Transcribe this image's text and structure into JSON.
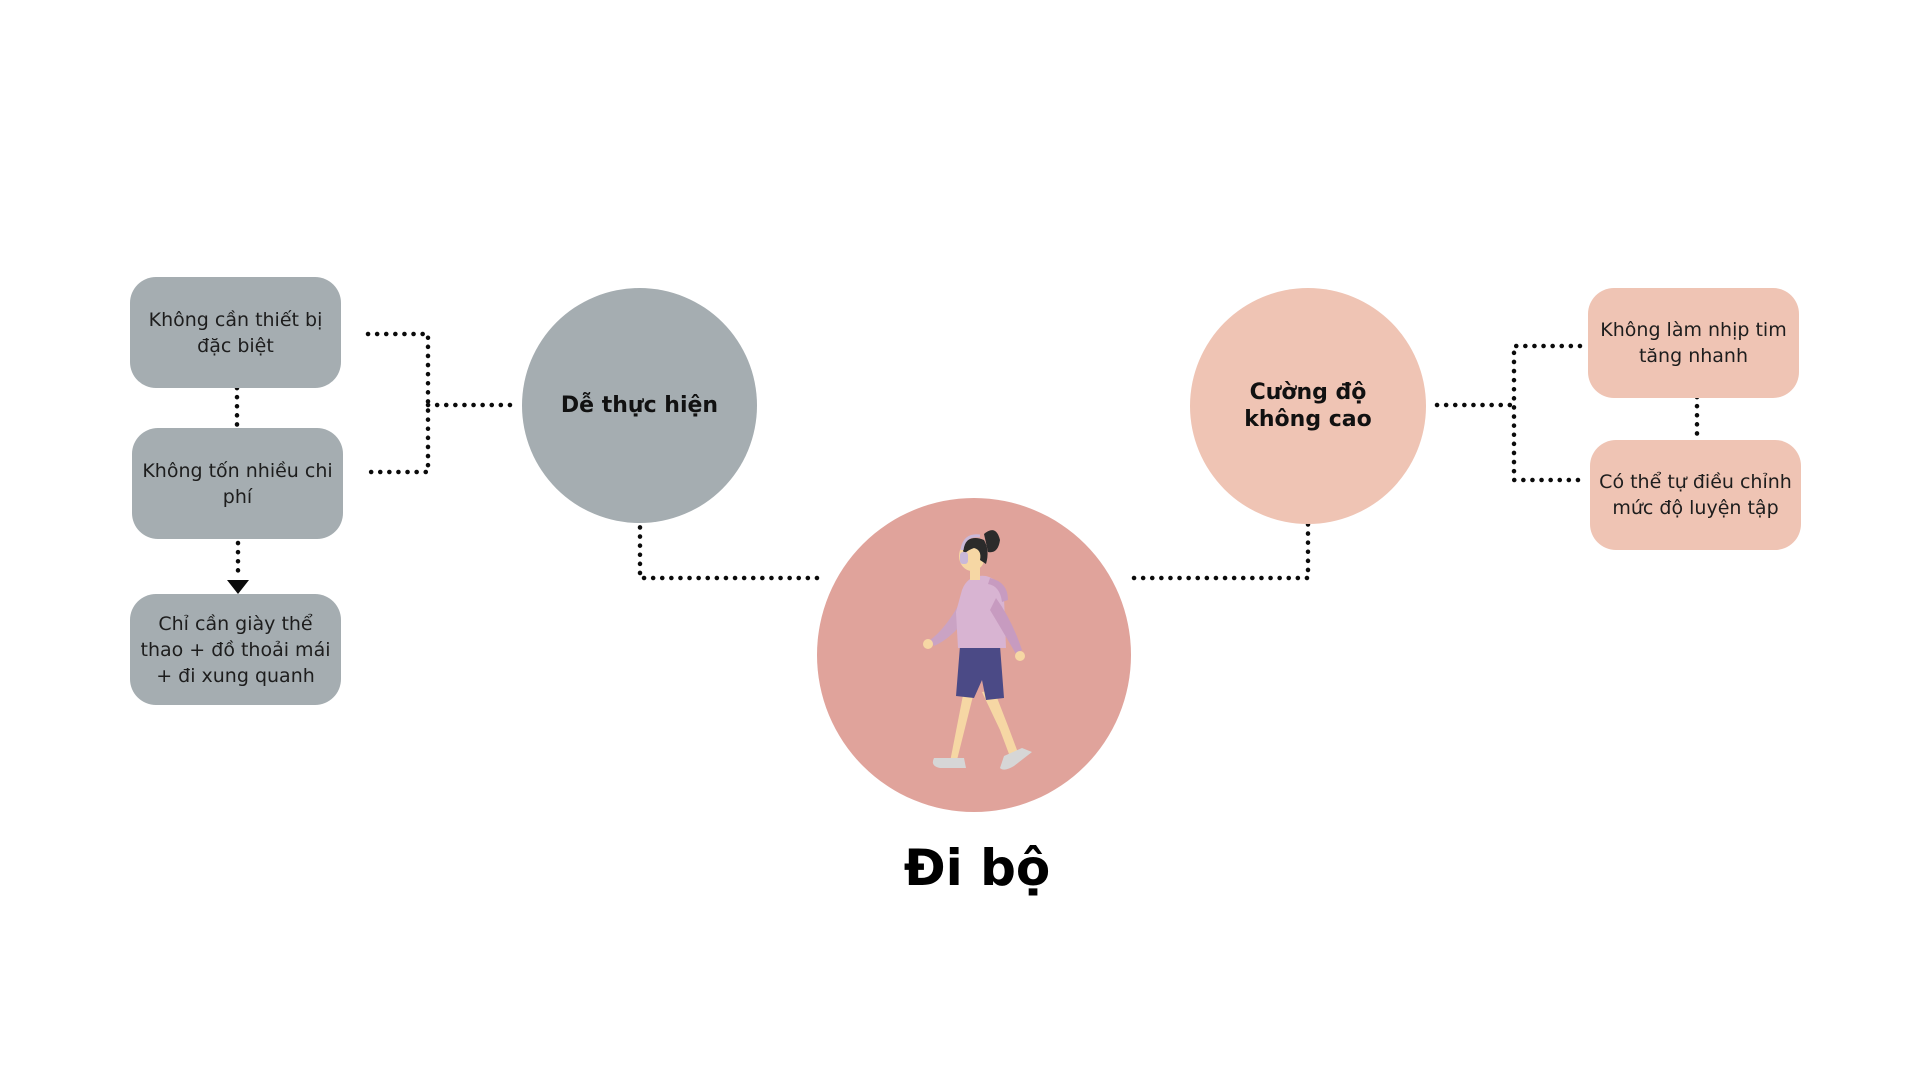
{
  "title": "Đi bộ",
  "colors": {
    "gray": "#a5adb1",
    "pink_light": "#efc4b4",
    "pink_center": "#e0a39b",
    "connector": "#0b0b0b"
  },
  "left_topic": {
    "label": "Dễ thực hiện",
    "items": [
      "Không cần thiết bị đặc biệt",
      "Không tốn nhiều chi phí",
      "Chỉ cần giày thể thao + đồ thoải mái + đi xung quanh"
    ]
  },
  "right_topic": {
    "label": "Cường độ\nkhông cao",
    "items": [
      "Không làm nhịp tim tăng nhanh",
      "Có thể tự điều chỉnh mức độ luyện tập"
    ]
  },
  "illustration": {
    "icon": "walking-woman-illustration"
  }
}
